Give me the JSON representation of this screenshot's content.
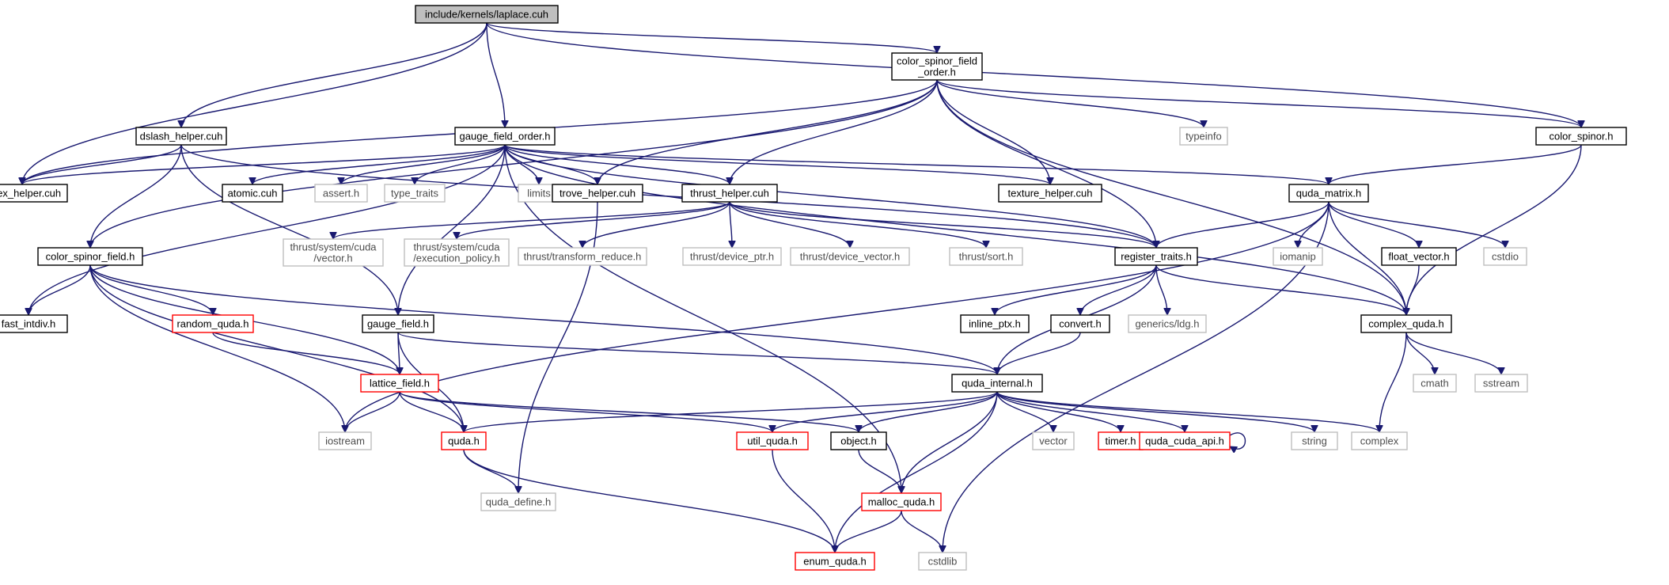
{
  "graph": {
    "nodes": [
      {
        "id": "laplace",
        "lines": [
          "include/kernels/laplace.cuh"
        ],
        "style": "root"
      },
      {
        "id": "csfo",
        "lines": [
          "color_spinor_field",
          "_order.h"
        ],
        "style": "normal"
      },
      {
        "id": "dslash_helper",
        "lines": [
          "dslash_helper.cuh"
        ],
        "style": "normal"
      },
      {
        "id": "gauge_field_order",
        "lines": [
          "gauge_field_order.h"
        ],
        "style": "normal"
      },
      {
        "id": "color_spinor",
        "lines": [
          "color_spinor.h"
        ],
        "style": "normal"
      },
      {
        "id": "typeinfo",
        "lines": [
          "typeinfo"
        ],
        "style": "system"
      },
      {
        "id": "index_helper",
        "lines": [
          "index_helper.cuh"
        ],
        "style": "normal"
      },
      {
        "id": "atomic",
        "lines": [
          "atomic.cuh"
        ],
        "style": "normal"
      },
      {
        "id": "assert",
        "lines": [
          "assert.h"
        ],
        "style": "system"
      },
      {
        "id": "type_traits",
        "lines": [
          "type_traits"
        ],
        "style": "system"
      },
      {
        "id": "limits",
        "lines": [
          "limits"
        ],
        "style": "system"
      },
      {
        "id": "trove_helper",
        "lines": [
          "trove_helper.cuh"
        ],
        "style": "normal"
      },
      {
        "id": "thrust_helper",
        "lines": [
          "thrust_helper.cuh"
        ],
        "style": "normal"
      },
      {
        "id": "texture_helper",
        "lines": [
          "texture_helper.cuh"
        ],
        "style": "normal"
      },
      {
        "id": "quda_matrix",
        "lines": [
          "quda_matrix.h"
        ],
        "style": "normal"
      },
      {
        "id": "color_spinor_field",
        "lines": [
          "color_spinor_field.h"
        ],
        "style": "normal"
      },
      {
        "id": "tsc_vector",
        "lines": [
          "thrust/system/cuda",
          "/vector.h"
        ],
        "style": "system"
      },
      {
        "id": "tsc_exec",
        "lines": [
          "thrust/system/cuda",
          "/execution_policy.h"
        ],
        "style": "system"
      },
      {
        "id": "transform_reduce",
        "lines": [
          "thrust/transform_reduce.h"
        ],
        "style": "system"
      },
      {
        "id": "device_ptr",
        "lines": [
          "thrust/device_ptr.h"
        ],
        "style": "system"
      },
      {
        "id": "device_vector",
        "lines": [
          "thrust/device_vector.h"
        ],
        "style": "system"
      },
      {
        "id": "thrust_sort",
        "lines": [
          "thrust/sort.h"
        ],
        "style": "system"
      },
      {
        "id": "register_traits",
        "lines": [
          "register_traits.h"
        ],
        "style": "normal"
      },
      {
        "id": "iomanip",
        "lines": [
          "iomanip"
        ],
        "style": "system"
      },
      {
        "id": "float_vector",
        "lines": [
          "float_vector.h"
        ],
        "style": "normal"
      },
      {
        "id": "cstdio",
        "lines": [
          "cstdio"
        ],
        "style": "system"
      },
      {
        "id": "fast_intdiv",
        "lines": [
          "fast_intdiv.h"
        ],
        "style": "normal"
      },
      {
        "id": "random_quda",
        "lines": [
          "random_quda.h"
        ],
        "style": "red"
      },
      {
        "id": "gauge_field",
        "lines": [
          "gauge_field.h"
        ],
        "style": "normal"
      },
      {
        "id": "inline_ptx",
        "lines": [
          "inline_ptx.h"
        ],
        "style": "normal"
      },
      {
        "id": "convert",
        "lines": [
          "convert.h"
        ],
        "style": "normal"
      },
      {
        "id": "generics_ldg",
        "lines": [
          "generics/ldg.h"
        ],
        "style": "system"
      },
      {
        "id": "complex_quda",
        "lines": [
          "complex_quda.h"
        ],
        "style": "normal"
      },
      {
        "id": "lattice_field",
        "lines": [
          "lattice_field.h"
        ],
        "style": "red"
      },
      {
        "id": "quda_internal",
        "lines": [
          "quda_internal.h"
        ],
        "style": "normal"
      },
      {
        "id": "cmath",
        "lines": [
          "cmath"
        ],
        "style": "system"
      },
      {
        "id": "sstream",
        "lines": [
          "sstream"
        ],
        "style": "system"
      },
      {
        "id": "iostream",
        "lines": [
          "iostream"
        ],
        "style": "system"
      },
      {
        "id": "quda_h",
        "lines": [
          "quda.h"
        ],
        "style": "red"
      },
      {
        "id": "util_quda",
        "lines": [
          "util_quda.h"
        ],
        "style": "red"
      },
      {
        "id": "object_h",
        "lines": [
          "object.h"
        ],
        "style": "normal"
      },
      {
        "id": "vector",
        "lines": [
          "vector"
        ],
        "style": "system"
      },
      {
        "id": "timer",
        "lines": [
          "timer.h"
        ],
        "style": "red"
      },
      {
        "id": "quda_cuda_api",
        "lines": [
          "quda_cuda_api.h"
        ],
        "style": "red"
      },
      {
        "id": "string",
        "lines": [
          "string"
        ],
        "style": "system"
      },
      {
        "id": "complex",
        "lines": [
          "complex"
        ],
        "style": "system"
      },
      {
        "id": "quda_define",
        "lines": [
          "quda_define.h"
        ],
        "style": "system"
      },
      {
        "id": "malloc_quda",
        "lines": [
          "malloc_quda.h"
        ],
        "style": "red"
      },
      {
        "id": "enum_quda",
        "lines": [
          "enum_quda.h"
        ],
        "style": "red"
      },
      {
        "id": "cstdlib",
        "lines": [
          "cstdlib"
        ],
        "style": "system"
      }
    ],
    "edges": [
      [
        "laplace",
        "csfo"
      ],
      [
        "laplace",
        "dslash_helper"
      ],
      [
        "laplace",
        "gauge_field_order"
      ],
      [
        "laplace",
        "color_spinor"
      ],
      [
        "laplace",
        "index_helper"
      ],
      [
        "csfo",
        "typeinfo"
      ],
      [
        "csfo",
        "color_spinor"
      ],
      [
        "csfo",
        "index_helper"
      ],
      [
        "csfo",
        "color_spinor_field"
      ],
      [
        "csfo",
        "trove_helper"
      ],
      [
        "csfo",
        "thrust_helper"
      ],
      [
        "csfo",
        "texture_helper"
      ],
      [
        "csfo",
        "register_traits"
      ],
      [
        "csfo",
        "complex_quda"
      ],
      [
        "dslash_helper",
        "index_helper"
      ],
      [
        "dslash_helper",
        "color_spinor_field"
      ],
      [
        "dslash_helper",
        "gauge_field"
      ],
      [
        "dslash_helper",
        "register_traits"
      ],
      [
        "gauge_field_order",
        "index_helper"
      ],
      [
        "gauge_field_order",
        "atomic"
      ],
      [
        "gauge_field_order",
        "assert"
      ],
      [
        "gauge_field_order",
        "type_traits"
      ],
      [
        "gauge_field_order",
        "limits"
      ],
      [
        "gauge_field_order",
        "trove_helper"
      ],
      [
        "gauge_field_order",
        "thrust_helper"
      ],
      [
        "gauge_field_order",
        "texture_helper"
      ],
      [
        "gauge_field_order",
        "quda_matrix"
      ],
      [
        "gauge_field_order",
        "register_traits"
      ],
      [
        "gauge_field_order",
        "complex_quda"
      ],
      [
        "gauge_field_order",
        "fast_intdiv"
      ],
      [
        "gauge_field_order",
        "gauge_field"
      ],
      [
        "gauge_field_order",
        "malloc_quda"
      ],
      [
        "color_spinor",
        "quda_matrix"
      ],
      [
        "color_spinor",
        "complex_quda"
      ],
      [
        "trove_helper",
        "quda_define"
      ],
      [
        "thrust_helper",
        "tsc_vector"
      ],
      [
        "thrust_helper",
        "tsc_exec"
      ],
      [
        "thrust_helper",
        "transform_reduce"
      ],
      [
        "thrust_helper",
        "device_ptr"
      ],
      [
        "thrust_helper",
        "device_vector"
      ],
      [
        "thrust_helper",
        "thrust_sort"
      ],
      [
        "thrust_helper",
        "register_traits"
      ],
      [
        "quda_matrix",
        "register_traits"
      ],
      [
        "quda_matrix",
        "iomanip"
      ],
      [
        "quda_matrix",
        "float_vector"
      ],
      [
        "quda_matrix",
        "cstdio"
      ],
      [
        "quda_matrix",
        "complex_quda"
      ],
      [
        "quda_matrix",
        "iostream"
      ],
      [
        "quda_matrix",
        "cstdlib"
      ],
      [
        "color_spinor_field",
        "fast_intdiv"
      ],
      [
        "color_spinor_field",
        "random_quda"
      ],
      [
        "color_spinor_field",
        "lattice_field"
      ],
      [
        "color_spinor_field",
        "quda_internal"
      ],
      [
        "color_spinor_field",
        "iostream"
      ],
      [
        "color_spinor_field",
        "quda_h"
      ],
      [
        "register_traits",
        "inline_ptx"
      ],
      [
        "register_traits",
        "convert"
      ],
      [
        "register_traits",
        "generics_ldg"
      ],
      [
        "register_traits",
        "complex_quda"
      ],
      [
        "register_traits",
        "quda_internal"
      ],
      [
        "float_vector",
        "complex_quda"
      ],
      [
        "random_quda",
        "lattice_field"
      ],
      [
        "gauge_field",
        "lattice_field"
      ],
      [
        "gauge_field",
        "quda_h"
      ],
      [
        "gauge_field",
        "quda_internal"
      ],
      [
        "convert",
        "quda_internal"
      ],
      [
        "complex_quda",
        "cmath"
      ],
      [
        "complex_quda",
        "sstream"
      ],
      [
        "complex_quda",
        "complex"
      ],
      [
        "lattice_field",
        "iostream"
      ],
      [
        "lattice_field",
        "quda_h"
      ],
      [
        "lattice_field",
        "util_quda"
      ],
      [
        "lattice_field",
        "object_h"
      ],
      [
        "quda_internal",
        "quda_h"
      ],
      [
        "quda_internal",
        "util_quda"
      ],
      [
        "quda_internal",
        "object_h"
      ],
      [
        "quda_internal",
        "vector"
      ],
      [
        "quda_internal",
        "timer"
      ],
      [
        "quda_internal",
        "quda_cuda_api"
      ],
      [
        "quda_internal",
        "string"
      ],
      [
        "quda_internal",
        "complex"
      ],
      [
        "quda_internal",
        "malloc_quda"
      ],
      [
        "quda_internal",
        "enum_quda"
      ],
      [
        "quda_h",
        "quda_define"
      ],
      [
        "quda_h",
        "enum_quda"
      ],
      [
        "util_quda",
        "enum_quda"
      ],
      [
        "object_h",
        "malloc_quda"
      ],
      [
        "quda_cuda_api",
        "quda_cuda_api"
      ],
      [
        "malloc_quda",
        "enum_quda"
      ],
      [
        "malloc_quda",
        "cstdlib"
      ]
    ],
    "colors": {
      "edge": "#191970",
      "normal_border": "#000000",
      "system_border": "#bfbfbf",
      "red_border": "#ff0000",
      "root_fill": "#bfbfbf",
      "system_text": "#4d4d4d"
    }
  }
}
